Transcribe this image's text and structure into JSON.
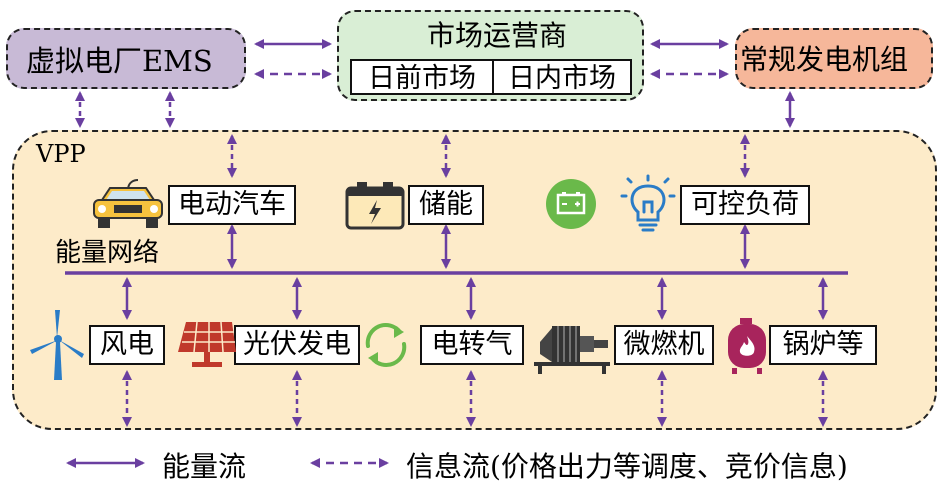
{
  "ems": {
    "title": "虚拟电厂EMS"
  },
  "market": {
    "title": "市场运营商",
    "day_ahead": "日前市场",
    "intraday": "日内市场"
  },
  "generator": {
    "title": "常规发电机组"
  },
  "vpp": {
    "title": "VPP",
    "network": "能量网络"
  },
  "top_nodes": [
    "电动汽车",
    "储能",
    "可控负荷"
  ],
  "bottom_nodes": [
    "风电",
    "光伏发电",
    "电转气",
    "微燃机",
    "锅炉等"
  ],
  "legend": {
    "energy": "能量流",
    "info": "信息流(价格出力等调度、竞价信息)"
  },
  "colors": {
    "arrow": "#6a3fa0",
    "ems_fill": "#c8bad6",
    "market_fill": "#d9eed5",
    "gen_fill": "#f6b79a",
    "vpp_fill": "#fdebc9"
  }
}
